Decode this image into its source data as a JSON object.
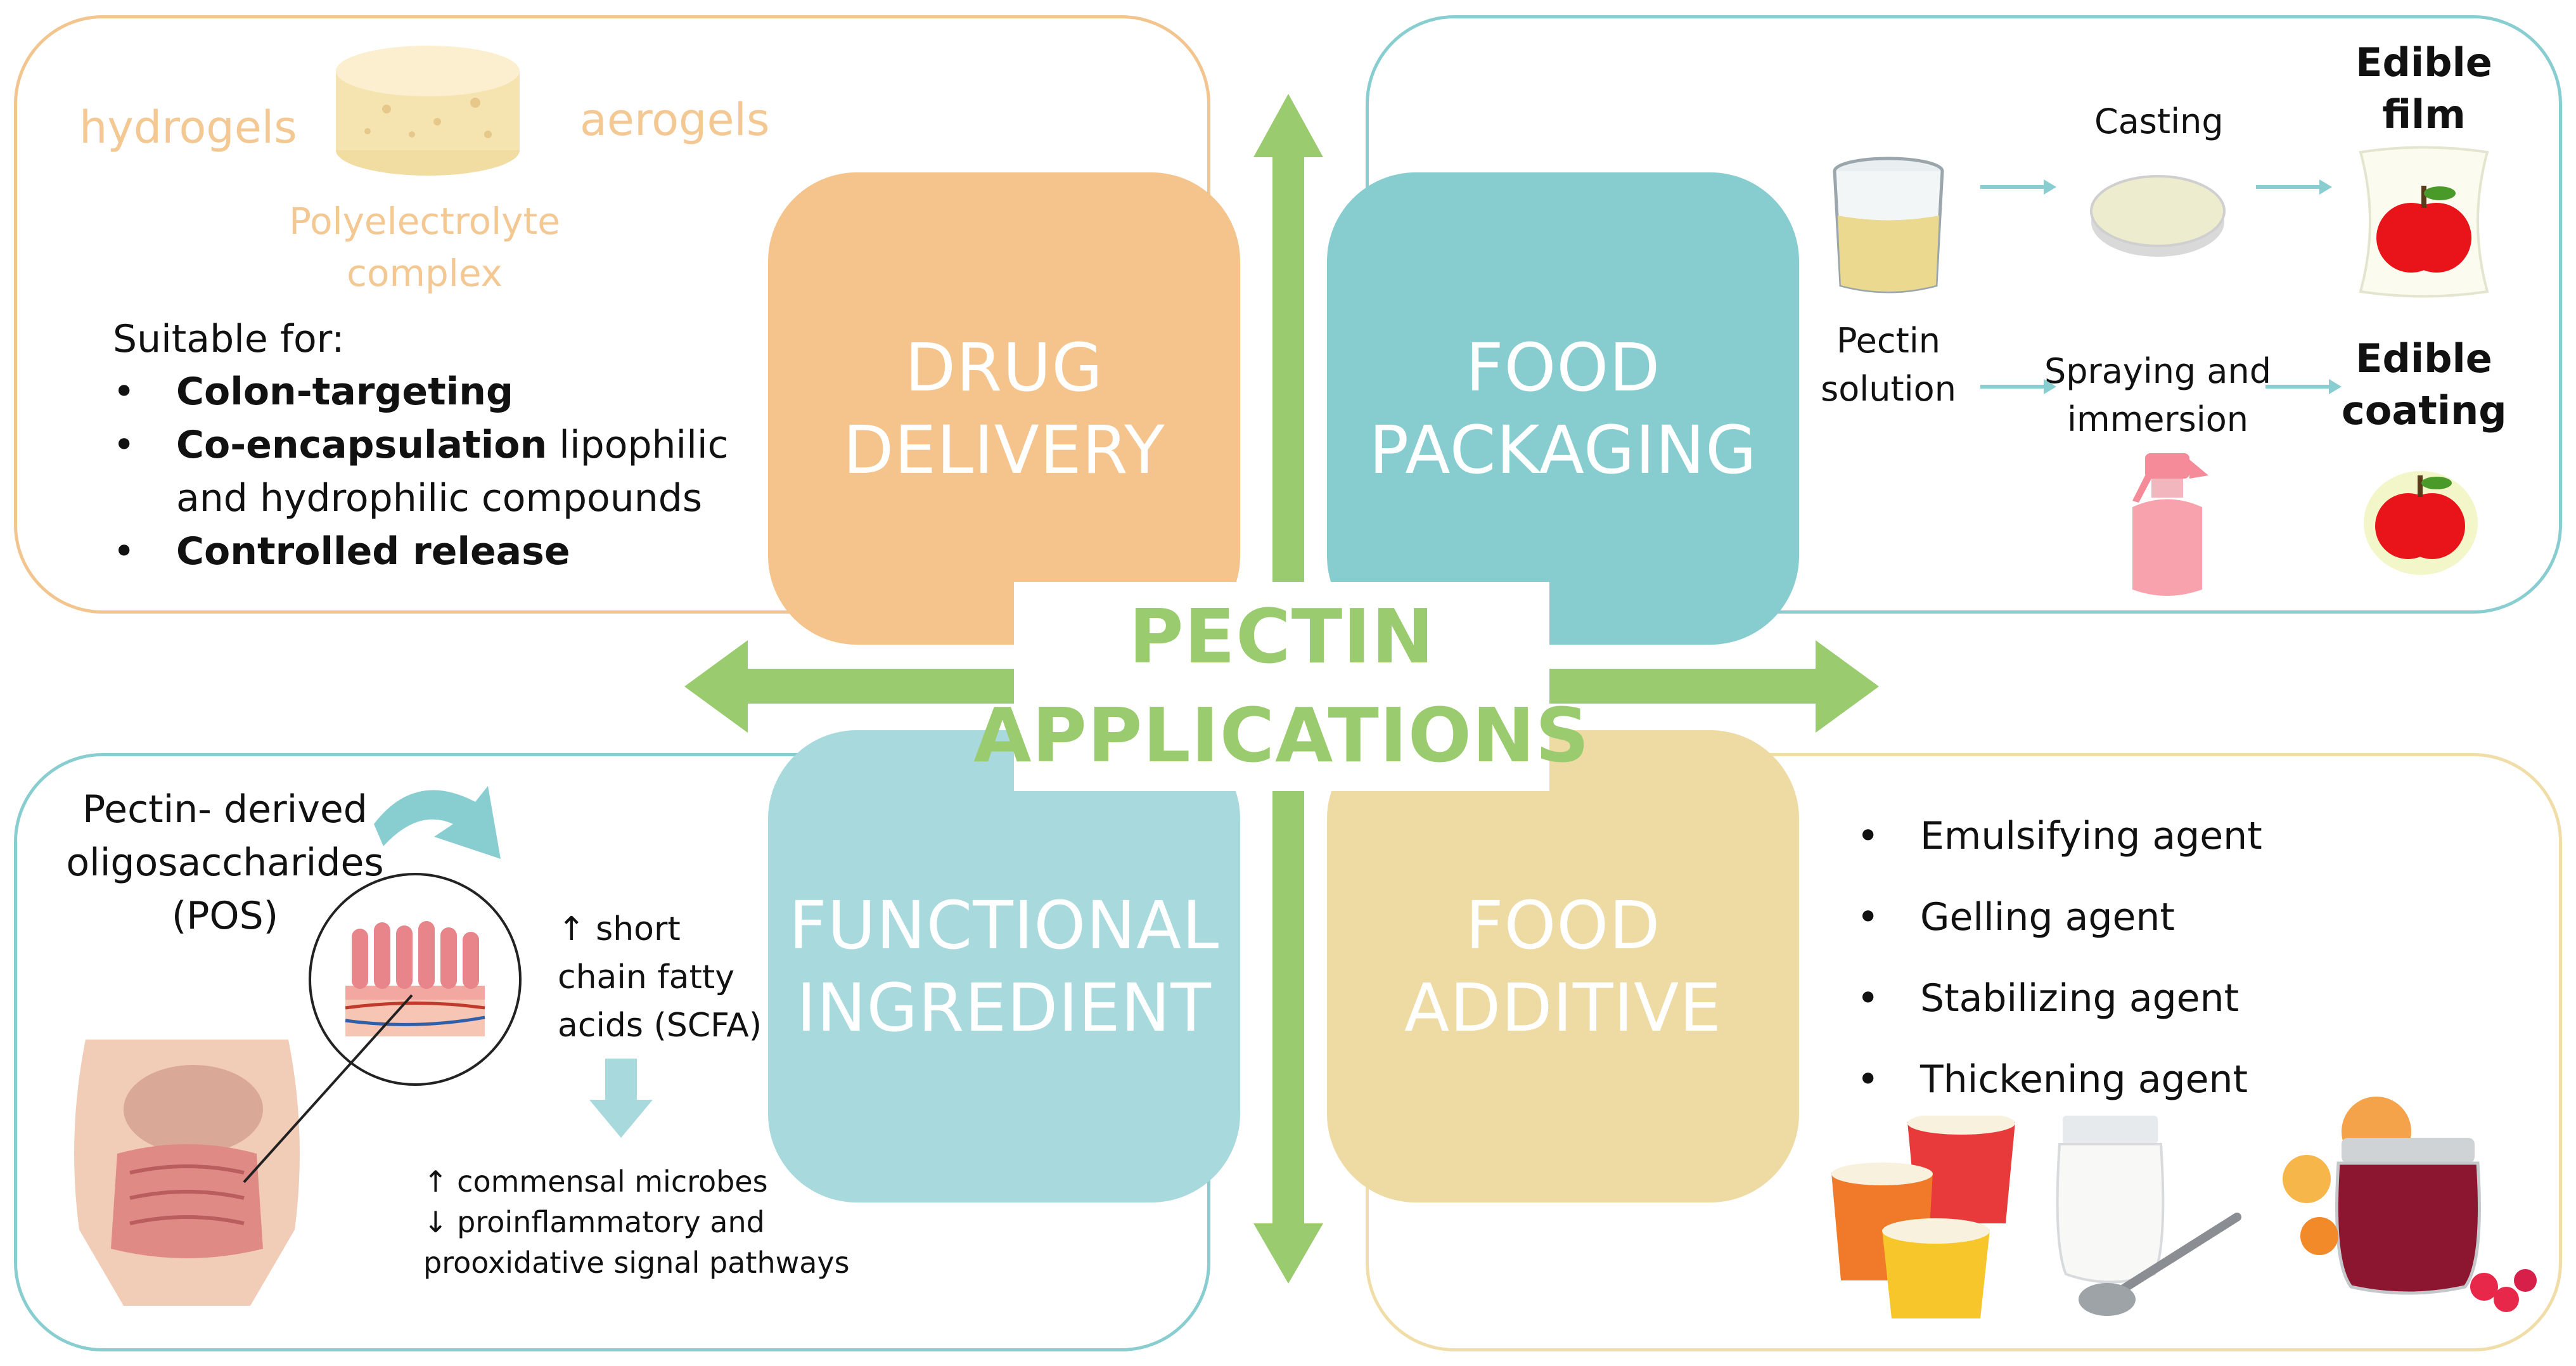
{
  "colors": {
    "drug": "#f4c48c",
    "packaging": "#87cdd0",
    "functional": "#a8d9dc",
    "additive": "#eedba4",
    "arrow": "#9acb6f",
    "orange_border": "#f2c48e",
    "teal_border": "#88cdd0",
    "yellow_border": "#f0dda8"
  },
  "center": {
    "line1": "PECTIN",
    "line2": "APPLICATIONS"
  },
  "tiles": {
    "drug": {
      "line1": "DRUG",
      "line2": "DELIVERY"
    },
    "packaging": {
      "line1": "FOOD",
      "line2": "PACKAGING"
    },
    "functional": {
      "line1": "FUNCTIONAL",
      "line2": "INGREDIENT"
    },
    "additive": {
      "line1": "FOOD",
      "line2": "ADDITIVE"
    }
  },
  "drug_panel": {
    "hydrogels": "hydrogels",
    "aerogels": "aerogels",
    "complex_line1": "Polyelectrolyte",
    "complex_line2": "complex",
    "suitable_for": "Suitable for:",
    "item1_bold": "Colon-targeting",
    "item2_bold": "Co-encapsulation",
    "item2_rest": " lipophilic",
    "item2_line2": "and hydrophilic compounds",
    "item3_bold": "Controlled release"
  },
  "packaging_panel": {
    "solution_line1": "Pectin",
    "solution_line2": "solution",
    "casting": "Casting",
    "spraying_line1": "Spraying and",
    "spraying_line2": "immersion",
    "film_line1": "Edible",
    "film_line2": "film",
    "coating_line1": "Edible",
    "coating_line2": "coating"
  },
  "functional_panel": {
    "pos_line1": "Pectin- derived",
    "pos_line2": "oligosaccharides",
    "pos_line3": "(POS)",
    "scfa_line1": "↑ short",
    "scfa_line2": "chain fatty",
    "scfa_line3": "acids (SCFA)",
    "microbes": "↑ commensal microbes",
    "pathways_line1": "↓ proinflammatory and",
    "pathways_line2": "prooxidative signal pathways"
  },
  "additive_panel": {
    "items": [
      "Emulsifying agent",
      "Gelling agent",
      "Stabilizing agent",
      "Thickening agent"
    ]
  }
}
